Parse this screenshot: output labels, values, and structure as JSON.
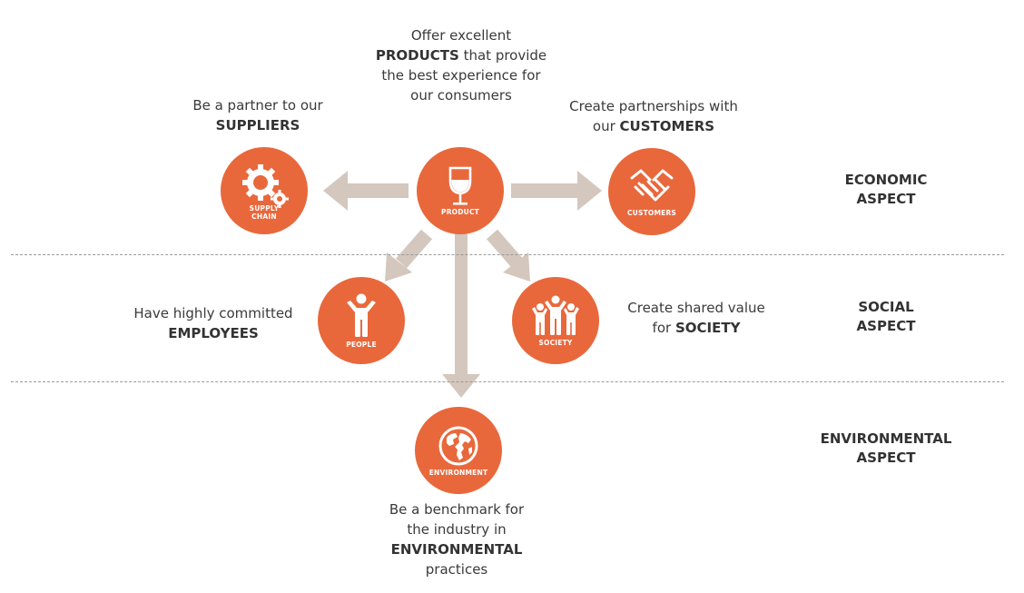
{
  "colors": {
    "node_fill": "#e8683c",
    "arrow": "#d4c7bd",
    "divider": "#9a9a9a",
    "text": "#3a3a3a"
  },
  "aspects": {
    "economic": [
      "ECONOMIC",
      "ASPECT"
    ],
    "social": [
      "SOCIAL",
      "ASPECT"
    ],
    "environmental": [
      "ENVIRONMENTAL",
      "ASPECT"
    ]
  },
  "nodes": {
    "product": {
      "label": "PRODUCT",
      "icon": "wine-glass-icon"
    },
    "supply_chain": {
      "label": "SUPPLY CHAIN",
      "icon": "gears-icon"
    },
    "customers": {
      "label": "CUSTOMERS",
      "icon": "handshake-icon"
    },
    "people": {
      "label": "PEOPLE",
      "icon": "person-icon"
    },
    "society": {
      "label": "SOCIETY",
      "icon": "group-icon"
    },
    "environment": {
      "label": "ENVIRONMENT",
      "icon": "globe-icon"
    }
  },
  "captions": {
    "product": {
      "line1": "Offer excellent",
      "line2_bold": "PRODUCTS",
      "line2_rest": " that provide",
      "line3": "the best experience for",
      "line4": "our consumers"
    },
    "supply_chain": {
      "line1": "Be a partner to our",
      "line2_bold": "SUPPLIERS"
    },
    "customers": {
      "line1": "Create partnerships with",
      "line2_pre": "our ",
      "line2_bold": "CUSTOMERS"
    },
    "people": {
      "line1": "Have highly committed",
      "line2_bold": "EMPLOYEES"
    },
    "society": {
      "line1": "Create shared value",
      "line2_pre": "for ",
      "line2_bold": "SOCIETY"
    },
    "environment": {
      "line1": "Be a benchmark for",
      "line2": "the industry in",
      "line3_bold": "ENVIRONMENTAL",
      "line4": "practices"
    }
  }
}
